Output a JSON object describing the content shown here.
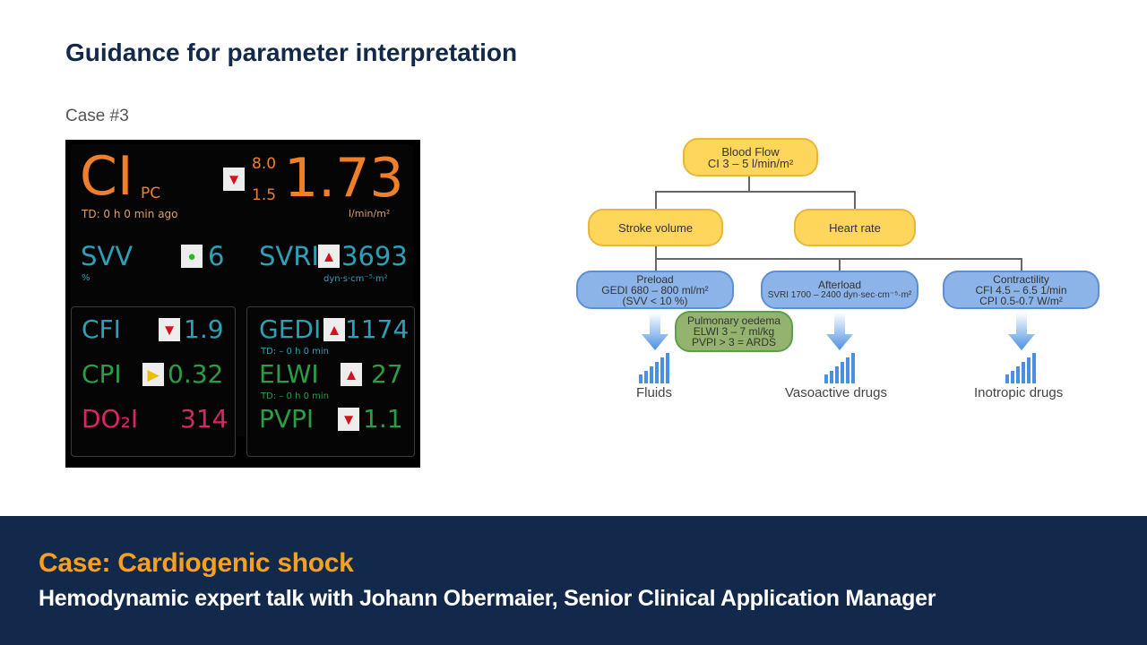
{
  "slide": {
    "title": "Guidance for parameter interpretation",
    "case_label": "Case #3"
  },
  "monitor": {
    "ci": {
      "label": "CI",
      "sub": "PC",
      "td": "TD: 0 h 0 min ago",
      "upper": "8.0",
      "lower": "1.5",
      "value": "1.73",
      "unit": "l/min/m²",
      "trend": "down"
    },
    "svv": {
      "label": "SVV",
      "unit": "%",
      "value": "6",
      "trend": "normal"
    },
    "svri": {
      "label": "SVRI",
      "value": "3693",
      "unit": "dyn·s·cm⁻⁵·m²",
      "trend": "up"
    },
    "cfi": {
      "label": "CFI",
      "value": "1.9",
      "trend": "down"
    },
    "cpi": {
      "label": "CPI",
      "value": "0.32",
      "trend": "sideways"
    },
    "do2i": {
      "label": "DO₂I",
      "value": "314"
    },
    "gedi": {
      "label": "GEDI",
      "value": "1174",
      "td": "TD: – 0 h 0 min",
      "trend": "up"
    },
    "elwi": {
      "label": "ELWI",
      "value": "27",
      "td": "TD: – 0 h 0 min",
      "trend": "up"
    },
    "pvpi": {
      "label": "PVPI",
      "value": "1.1",
      "trend": "down"
    },
    "colors": {
      "orange": "#f07f2a",
      "teal": "#2f9fb5",
      "green": "#2b9d45",
      "magenta": "#d8266a",
      "alarm_red": "#d3121e"
    }
  },
  "flowchart": {
    "blood_flow": {
      "title": "Blood Flow",
      "line": "CI  3 – 5 l/min/m²"
    },
    "stroke_volume": "Stroke volume",
    "heart_rate": "Heart rate",
    "preload": {
      "title": "Preload",
      "line1": "GEDI  680 – 800 ml/m²",
      "line2": "(SVV < 10 %)"
    },
    "afterload": {
      "title": "Afterload",
      "line1": "SVRI 1700 – 2400 dyn·sec·cm⁻⁵·m²"
    },
    "contractility": {
      "title": "Contractility",
      "line1": "CFI  4.5 – 6.5 1/min",
      "line2": "CPI 0.5-0.7 W/m²"
    },
    "pulmonary": {
      "title": "Pulmonary oedema",
      "line1": "ELWI   3 – 7 ml/kg",
      "line2": "PVPI > 3 = ARDS"
    },
    "fluids": "Fluids",
    "vasoactive": "Vasoactive drugs",
    "inotropic": "Inotropic drugs",
    "colors": {
      "node_yellow": "#ffd65c",
      "node_blue": "#8cb4e8",
      "node_green": "#93b36e",
      "arrow_blue": "#4a90e2"
    }
  },
  "footer": {
    "title": "Case: Cardiogenic shock",
    "subtitle": "Hemodynamic expert talk with Johann Obermaier, Senior Clinical Application Manager",
    "colors": {
      "background": "#13294b",
      "accent": "#f5a01e"
    }
  }
}
